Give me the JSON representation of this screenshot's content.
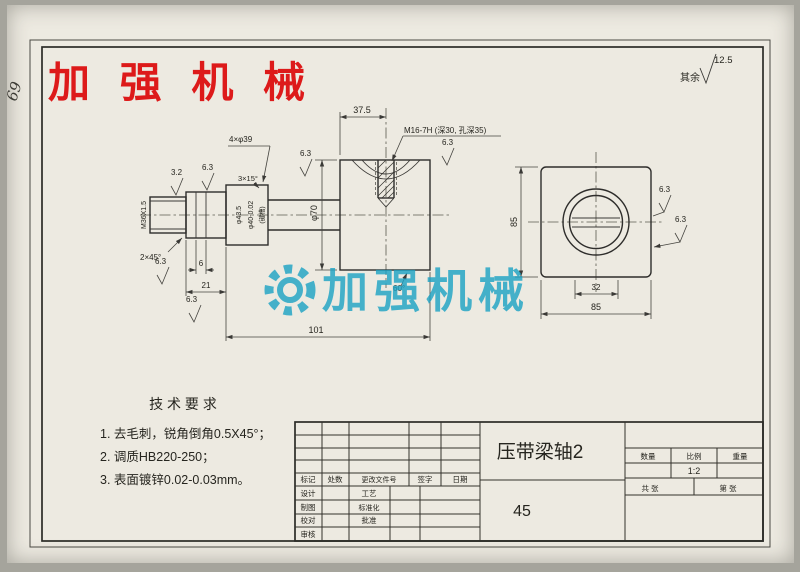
{
  "brand": {
    "red_watermark": "加 强 机 械",
    "center_watermark": "加强机械"
  },
  "margin_note": "69",
  "general_roughness": {
    "prefix": "其余",
    "value": "12.5"
  },
  "colors": {
    "red": "#dd1a1a",
    "cyan": "#1aa2c4",
    "ink": "#2e2d2b",
    "paper": "#edeae1"
  },
  "shaft_view": {
    "thread_label": "M36X1.5",
    "dia_435": "φ43.5",
    "dia_40": "φ40-0.02",
    "keyway_note": "(键槽)",
    "chamfer_3x15": "3×15°",
    "holes_4x39": "4×φ39",
    "chamfer_2x45": "2×45°",
    "dim_6": "6",
    "dim_21": "21",
    "dim_101": "101",
    "dim_375": "37.5",
    "dia_70": "φ70",
    "tap_note": "M16-7H (深30, 孔深35)",
    "angle_60": "60°",
    "r32": "3.2",
    "r63": "6.3"
  },
  "end_view": {
    "dim_85_left": "85",
    "dim_32": "32",
    "dim_85_bottom": "85"
  },
  "tech_requirements": {
    "title": "技 术 要 求",
    "items": [
      "1. 去毛刺，锐角倒角0.5X45°；",
      "2. 调质HB220-250；",
      "3. 表面镀锌0.02-0.03mm。"
    ]
  },
  "title_block": {
    "part_name": "压带梁轴2",
    "material": "45",
    "rev_headers": {
      "mark": "标记",
      "count": "处数",
      "doc_no": "更改文件号",
      "sign": "签字",
      "date": "日期"
    },
    "roles": {
      "design": "设计",
      "draft": "制图",
      "check": "校对",
      "review": "审核",
      "process": "工艺",
      "standard": "标准化",
      "approve": "批准"
    },
    "qty_label": "数量",
    "scale_label": "比例",
    "weight_label": "重量",
    "scale_value": "1:2",
    "sheets_total": "共 张",
    "sheet_no": "第 张"
  }
}
